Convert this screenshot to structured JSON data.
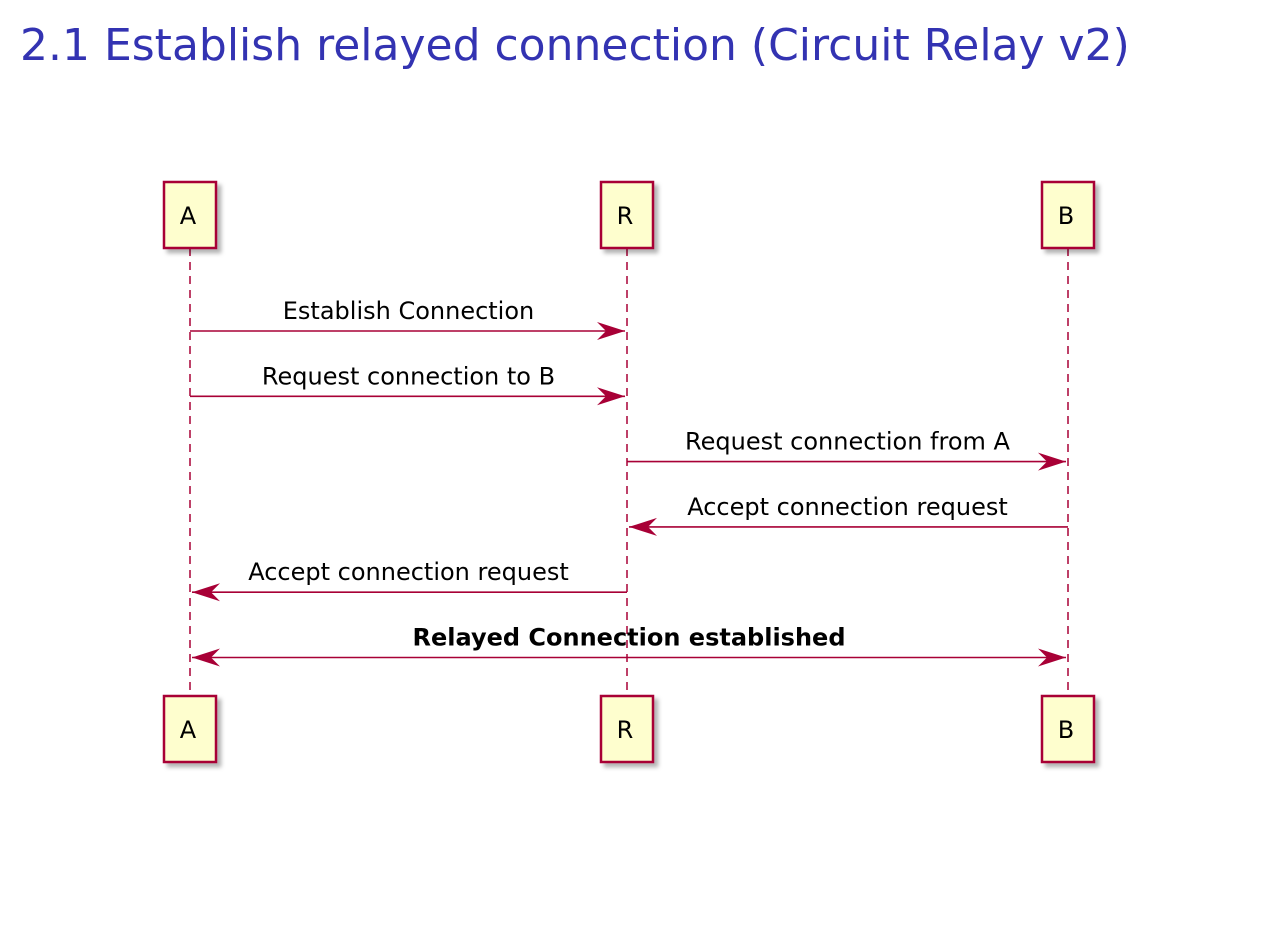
{
  "slide": {
    "title": "2.1 Establish relayed connection (Circuit Relay v2)"
  },
  "colors": {
    "title": "#3333b2",
    "participant_fill": "#fefece",
    "participant_border": "#a80036",
    "arrow": "#a80036",
    "text": "#000000"
  },
  "diagram": {
    "type": "sequence",
    "participants": [
      {
        "id": "A",
        "label": "A"
      },
      {
        "id": "R",
        "label": "R"
      },
      {
        "id": "B",
        "label": "B"
      }
    ],
    "messages": [
      {
        "from": "A",
        "to": "R",
        "label": "Establish Connection",
        "bold": false,
        "bidirectional": false
      },
      {
        "from": "A",
        "to": "R",
        "label": "Request connection to B",
        "bold": false,
        "bidirectional": false
      },
      {
        "from": "R",
        "to": "B",
        "label": "Request connection from A",
        "bold": false,
        "bidirectional": false
      },
      {
        "from": "B",
        "to": "R",
        "label": "Accept connection request",
        "bold": false,
        "bidirectional": false
      },
      {
        "from": "R",
        "to": "A",
        "label": "Accept connection request",
        "bold": false,
        "bidirectional": false
      },
      {
        "from": "A",
        "to": "B",
        "label": "Relayed Connection established",
        "bold": true,
        "bidirectional": true
      }
    ]
  }
}
